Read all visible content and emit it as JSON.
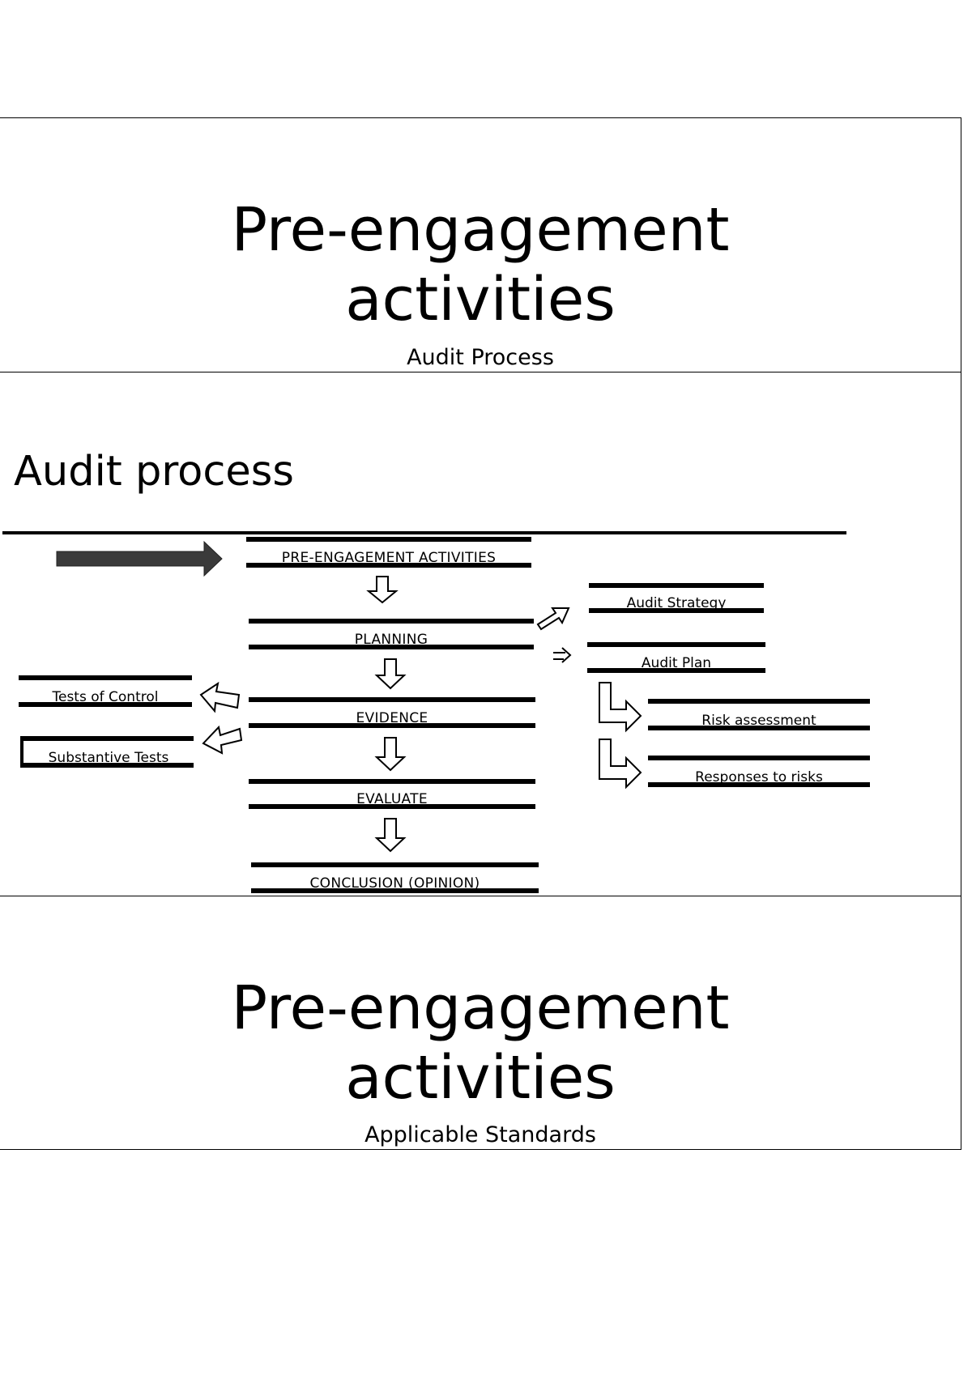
{
  "slides": [
    {
      "title_line1": "Pre-engagement",
      "title_line2": "activities",
      "subtitle": "Audit Process"
    },
    {
      "title": "Audit process",
      "diagram": {
        "main_flow": [
          "PRE-ENGAGEMENT ACTIVITIES",
          "PLANNING",
          "EVIDENCE",
          "EVALUATE",
          "CONCLUSION (OPINION)"
        ],
        "planning_outputs": [
          "Audit Strategy",
          "Audit Plan"
        ],
        "plan_components": [
          "Risk assessment",
          "Responses to risks"
        ],
        "evidence_tests": [
          "Tests of Control",
          "Substantive Tests"
        ]
      }
    },
    {
      "title_line1": "Pre-engagement",
      "title_line2": "activities",
      "subtitle": "Applicable Standards"
    }
  ]
}
